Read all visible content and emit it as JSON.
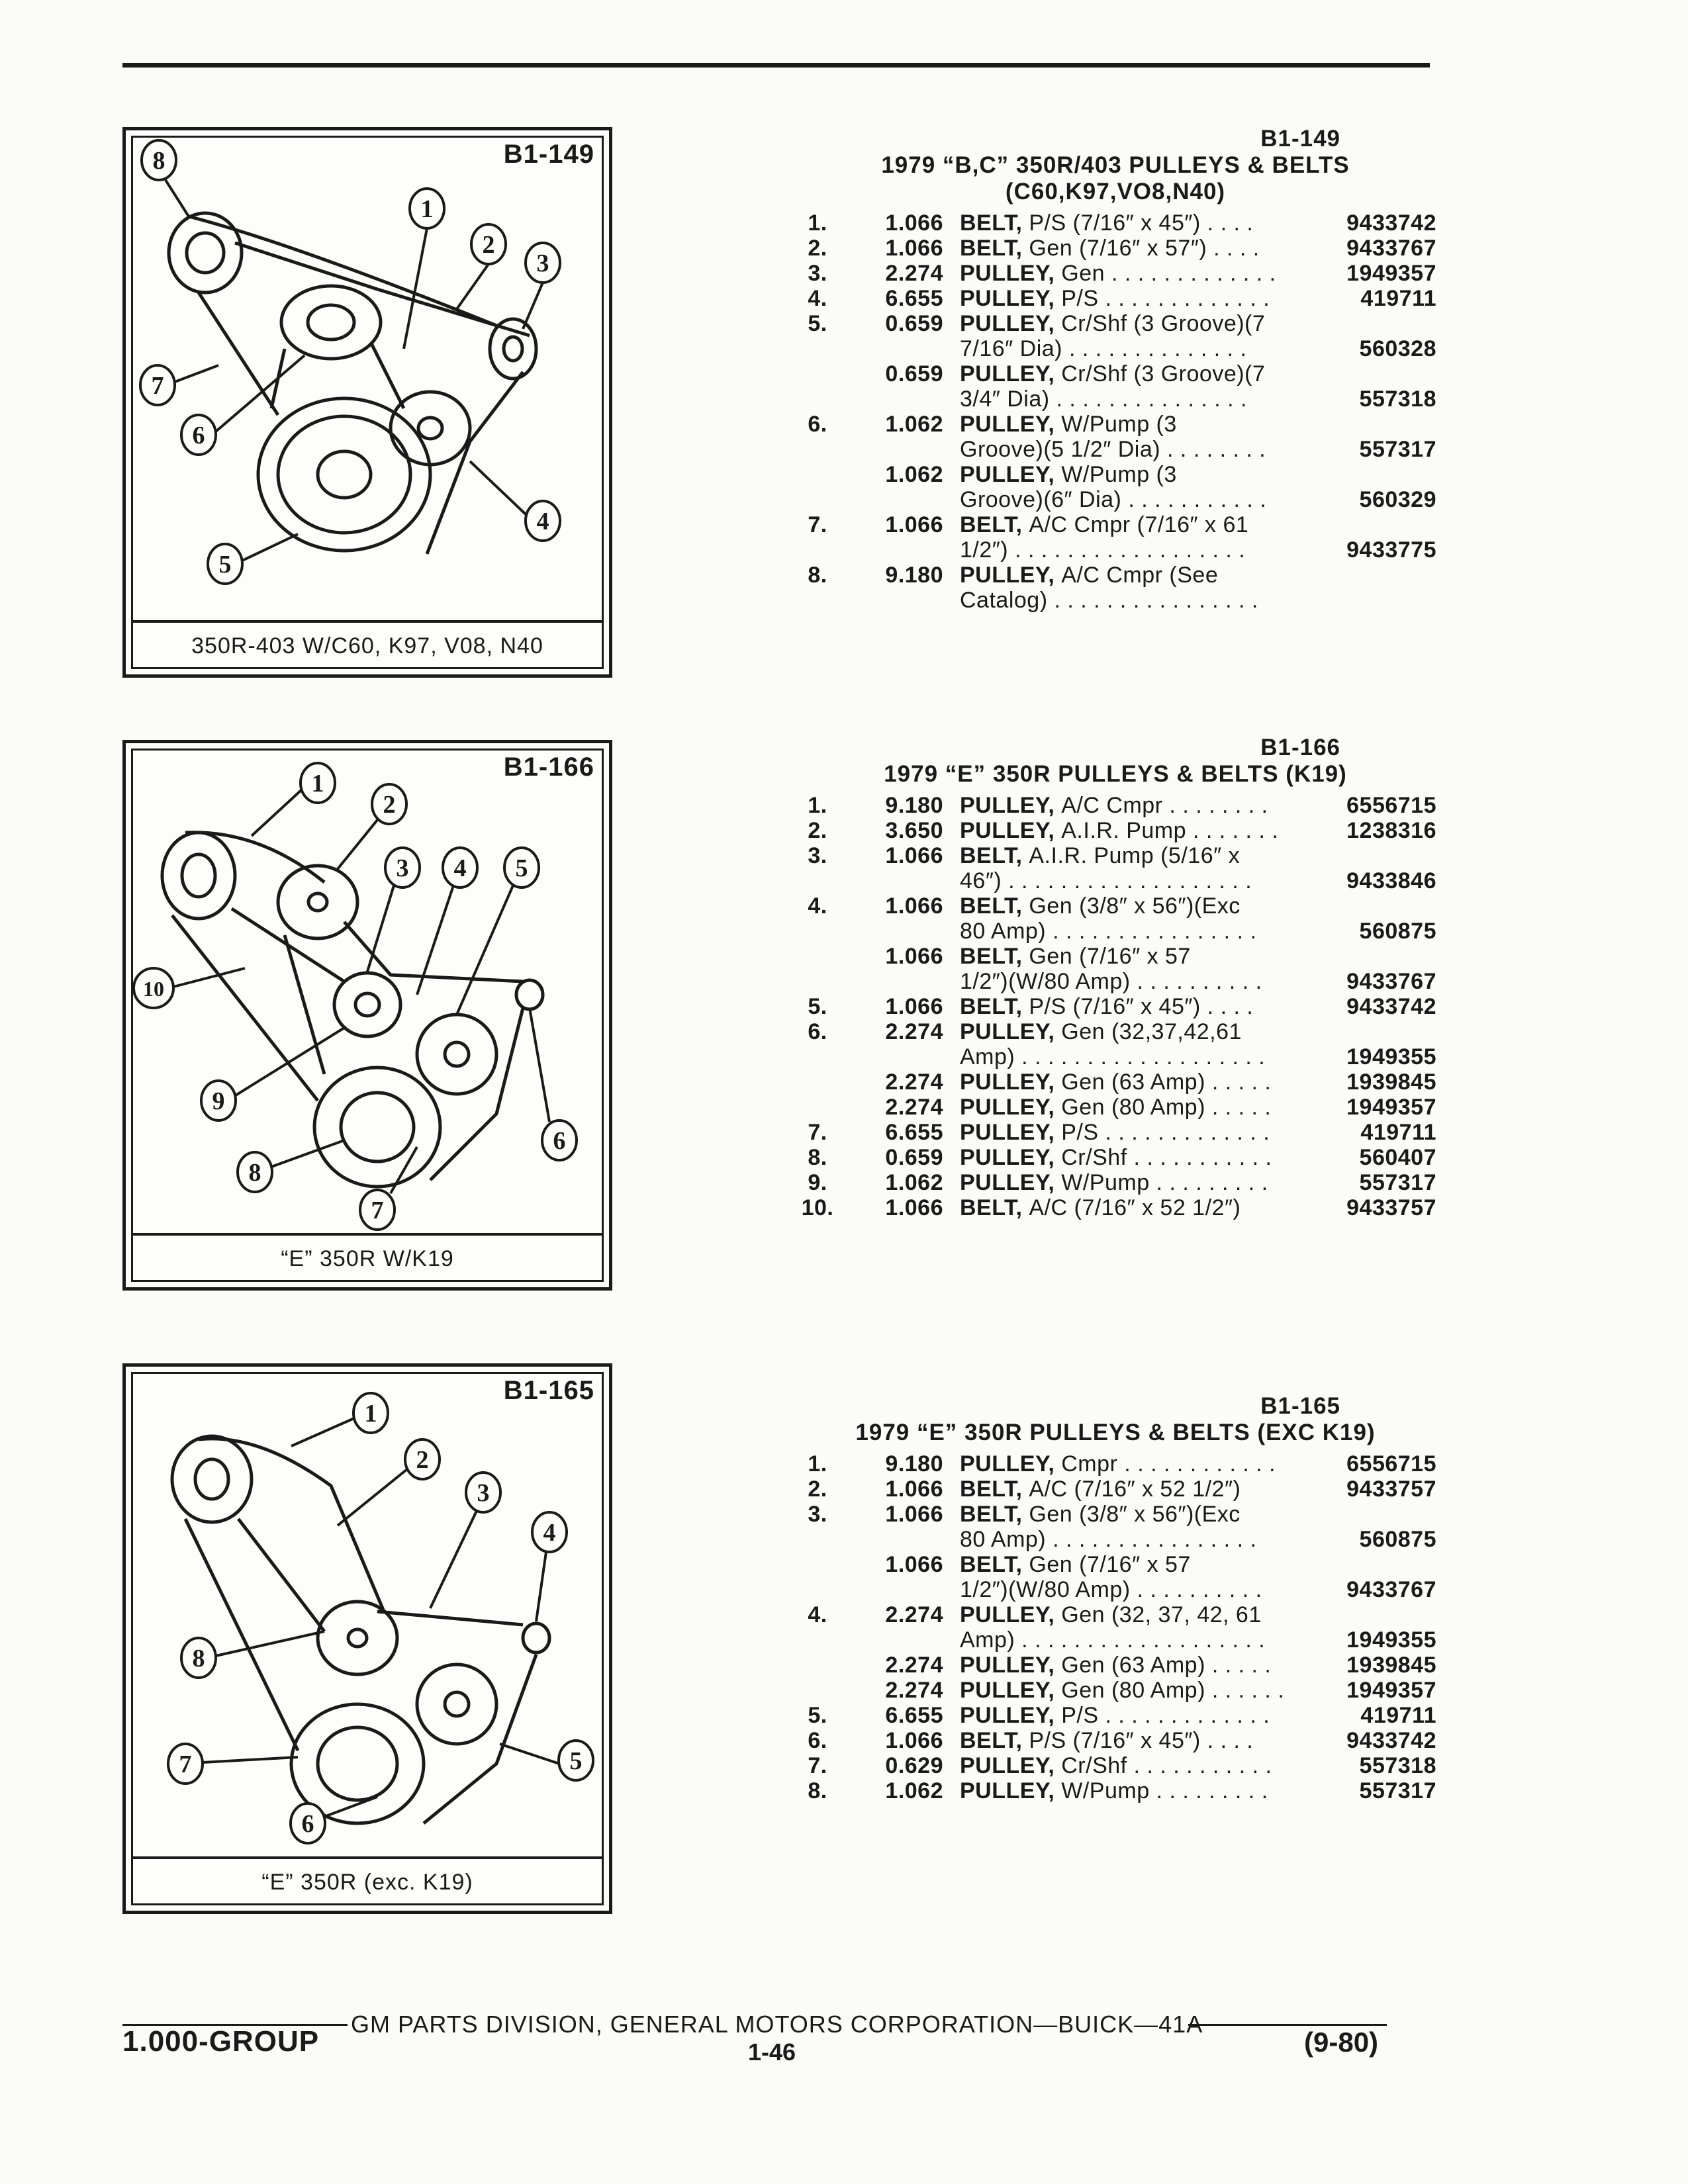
{
  "figures": [
    {
      "id": "B1-149",
      "caption": "350R-403 W/C60, K97, V08, N40",
      "callouts": [
        "8",
        "1",
        "2",
        "3",
        "7",
        "6",
        "4",
        "5"
      ]
    },
    {
      "id": "B1-166",
      "caption": "“E” 350R W/K19",
      "callouts": [
        "1",
        "2",
        "3",
        "4",
        "5",
        "10",
        "9",
        "8",
        "7",
        "6"
      ]
    },
    {
      "id": "B1-165",
      "caption": "“E” 350R (exc. K19)",
      "callouts": [
        "1",
        "2",
        "3",
        "4",
        "8",
        "5",
        "7",
        "6"
      ]
    }
  ],
  "sections": [
    {
      "id": "B1-149",
      "title_lines": [
        "1979 “B,C” 350R/403 PULLEYS & BELTS",
        "(C60,K97,VO8,N40)"
      ],
      "rows": [
        {
          "n": "1.",
          "q": "1.066",
          "b": "BELT,",
          "r": "P/S (7/16″ x 45″) . . . .",
          "p": "9433742"
        },
        {
          "n": "2.",
          "q": "1.066",
          "b": "BELT,",
          "r": "Gen (7/16″ x 57″) . . . .",
          "p": "9433767"
        },
        {
          "n": "3.",
          "q": "2.274",
          "b": "PULLEY,",
          "r": "Gen . . . . . . . . . . . . .",
          "p": "1949357"
        },
        {
          "n": "4.",
          "q": "6.655",
          "b": "PULLEY,",
          "r": "P/S . . . . . . . . . . . . .",
          "p": "419711"
        },
        {
          "n": "5.",
          "q": "0.659",
          "b": "PULLEY,",
          "r": "Cr/Shf (3 Groove)(7",
          "p": ""
        },
        {
          "n": "",
          "q": "",
          "b": "",
          "r": "7/16″ Dia) . . . . . . . . . . . . . .",
          "p": "560328"
        },
        {
          "n": "",
          "q": "0.659",
          "b": "PULLEY,",
          "r": "Cr/Shf (3 Groove)(7",
          "p": ""
        },
        {
          "n": "",
          "q": "",
          "b": "",
          "r": "3/4″ Dia) . . . . . . . . . . . . . . .",
          "p": "557318"
        },
        {
          "n": "6.",
          "q": "1.062",
          "b": "PULLEY,",
          "r": "W/Pump (3",
          "p": ""
        },
        {
          "n": "",
          "q": "",
          "b": "",
          "r": "Groove)(5 1/2″ Dia) . . . . . . . .",
          "p": "557317"
        },
        {
          "n": "",
          "q": "1.062",
          "b": "PULLEY,",
          "r": "W/Pump (3",
          "p": ""
        },
        {
          "n": "",
          "q": "",
          "b": "",
          "r": "Groove)(6″ Dia) . . . . . . . . . . .",
          "p": "560329"
        },
        {
          "n": "7.",
          "q": "1.066",
          "b": "BELT,",
          "r": "A/C Cmpr (7/16″ x 61",
          "p": ""
        },
        {
          "n": "",
          "q": "",
          "b": "",
          "r": "1/2″) . . . . . . . . . . . . . . . . . .",
          "p": "9433775"
        },
        {
          "n": "8.",
          "q": "9.180",
          "b": "PULLEY,",
          "r": "A/C Cmpr (See",
          "p": ""
        },
        {
          "n": "",
          "q": "",
          "b": "",
          "r": "Catalog) . . . . . . . . . . . . . . . .",
          "p": ""
        }
      ]
    },
    {
      "id": "B1-166",
      "title_lines": [
        "1979 “E” 350R PULLEYS & BELTS (K19)"
      ],
      "rows": [
        {
          "n": "1.",
          "q": "9.180",
          "b": "PULLEY,",
          "r": "A/C Cmpr . . . . . . . .",
          "p": "6556715"
        },
        {
          "n": "2.",
          "q": "3.650",
          "b": "PULLEY,",
          "r": "A.I.R. Pump . . . . . . .",
          "p": "1238316"
        },
        {
          "n": "3.",
          "q": "1.066",
          "b": "BELT,",
          "r": "A.I.R. Pump (5/16″ x",
          "p": ""
        },
        {
          "n": "",
          "q": "",
          "b": "",
          "r": "46″) . . . . . . . . . . . . . . . . . . .",
          "p": "9433846"
        },
        {
          "n": "4.",
          "q": "1.066",
          "b": "BELT,",
          "r": "Gen (3/8″ x 56″)(Exc",
          "p": ""
        },
        {
          "n": "",
          "q": "",
          "b": "",
          "r": "80 Amp) . . . . . . . . . . . . . . . .",
          "p": "560875"
        },
        {
          "n": "",
          "q": "1.066",
          "b": "BELT,",
          "r": "Gen (7/16″ x 57",
          "p": ""
        },
        {
          "n": "",
          "q": "",
          "b": "",
          "r": "1/2″)(W/80 Amp) . . . . . . . . . .",
          "p": "9433767"
        },
        {
          "n": "5.",
          "q": "1.066",
          "b": "BELT,",
          "r": "P/S (7/16″ x 45″) . . . .",
          "p": "9433742"
        },
        {
          "n": "6.",
          "q": "2.274",
          "b": "PULLEY,",
          "r": "Gen (32,37,42,61",
          "p": ""
        },
        {
          "n": "",
          "q": "",
          "b": "",
          "r": "Amp) . . . . . . . . . . . . . . . . . . .",
          "p": "1949355"
        },
        {
          "n": "",
          "q": "2.274",
          "b": "PULLEY,",
          "r": "Gen (63 Amp) . . . . .",
          "p": "1939845"
        },
        {
          "n": "",
          "q": "2.274",
          "b": "PULLEY,",
          "r": "Gen (80 Amp) . . . . .",
          "p": "1949357"
        },
        {
          "n": "7.",
          "q": "6.655",
          "b": "PULLEY,",
          "r": "P/S . . . . . . . . . . . . .",
          "p": "419711"
        },
        {
          "n": "8.",
          "q": "0.659",
          "b": "PULLEY,",
          "r": "Cr/Shf . . . . . . . . . . .",
          "p": "560407"
        },
        {
          "n": "9.",
          "q": "1.062",
          "b": "PULLEY,",
          "r": "W/Pump . . . . . . . . .",
          "p": "557317"
        },
        {
          "n": "10.",
          "q": "1.066",
          "b": "BELT,",
          "r": "A/C (7/16″ x 52 1/2″)",
          "p": "9433757"
        }
      ]
    },
    {
      "id": "B1-165",
      "title_lines": [
        "1979 “E” 350R PULLEYS & BELTS (EXC K19)"
      ],
      "rows": [
        {
          "n": "1.",
          "q": "9.180",
          "b": "PULLEY,",
          "r": "Cmpr . . . . . . . . . . . .",
          "p": "6556715"
        },
        {
          "n": "2.",
          "q": "1.066",
          "b": "BELT,",
          "r": "A/C (7/16″ x 52 1/2″)",
          "p": "9433757"
        },
        {
          "n": "3.",
          "q": "1.066",
          "b": "BELT,",
          "r": "Gen (3/8″ x 56″)(Exc",
          "p": ""
        },
        {
          "n": "",
          "q": "",
          "b": "",
          "r": "80 Amp) . . . . . . . . . . . . . . . .",
          "p": "560875"
        },
        {
          "n": "",
          "q": "1.066",
          "b": "BELT,",
          "r": "Gen (7/16″ x 57",
          "p": ""
        },
        {
          "n": "",
          "q": "",
          "b": "",
          "r": "1/2″)(W/80 Amp) . . . . . . . . . .",
          "p": "9433767"
        },
        {
          "n": "4.",
          "q": "2.274",
          "b": "PULLEY,",
          "r": "Gen (32, 37, 42, 61",
          "p": ""
        },
        {
          "n": "",
          "q": "",
          "b": "",
          "r": "Amp) . . . . . . . . . . . . . . . . . . .",
          "p": "1949355"
        },
        {
          "n": "",
          "q": "2.274",
          "b": "PULLEY,",
          "r": "Gen (63 Amp) . . . . .",
          "p": "1939845"
        },
        {
          "n": "",
          "q": "2.274",
          "b": "PULLEY,",
          "r": "Gen (80 Amp) . . . . . .",
          "p": "1949357"
        },
        {
          "n": "5.",
          "q": "6.655",
          "b": "PULLEY,",
          "r": "P/S . . . . . . . . . . . . .",
          "p": "419711"
        },
        {
          "n": "6.",
          "q": "1.066",
          "b": "BELT,",
          "r": "P/S (7/16″ x 45″) . . . .",
          "p": "9433742"
        },
        {
          "n": "7.",
          "q": "0.629",
          "b": "PULLEY,",
          "r": "Cr/Shf . . . . . . . . . . .",
          "p": "557318"
        },
        {
          "n": "8.",
          "q": "1.062",
          "b": "PULLEY,",
          "r": "W/Pump . . . . . . . . .",
          "p": "557317"
        }
      ]
    }
  ],
  "footer": {
    "corp": "GM PARTS DIVISION, GENERAL MOTORS CORPORATION—BUICK—41A",
    "group": "1.000-GROUP",
    "page": "1-46",
    "date": "(9-80)"
  }
}
